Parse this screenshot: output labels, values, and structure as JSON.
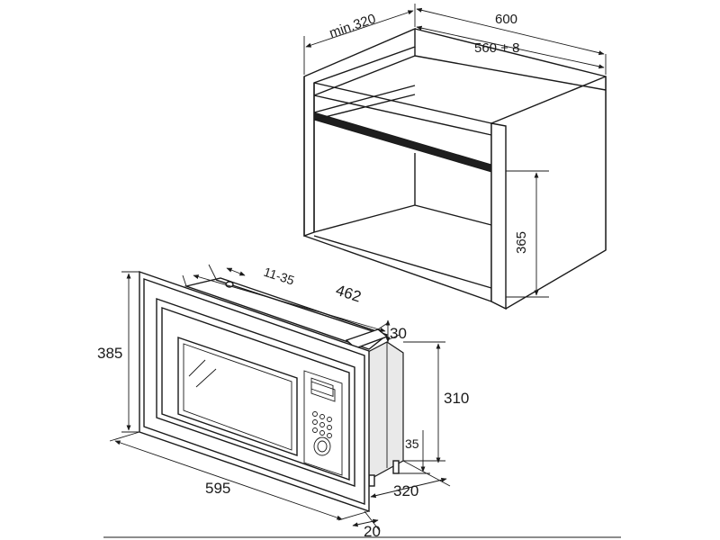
{
  "diagram": {
    "cabinet_dimensions": {
      "depth_min": "min.320",
      "width": "600",
      "inner_width": "560 + 8",
      "niche_height": "365"
    },
    "oven_dimensions": {
      "side_gap": "11-35",
      "depth_top": "462",
      "flange": "30",
      "height_front": "385",
      "height_body": "310",
      "foot_height": "35",
      "width_front": "595",
      "depth_bottom": "320",
      "front_thickness": "20"
    }
  }
}
